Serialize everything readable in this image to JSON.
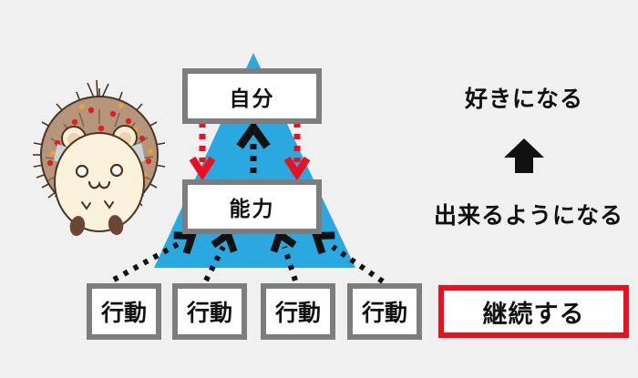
{
  "diagram": {
    "pyramid": {
      "top_box": "自分",
      "middle_box": "能力",
      "action_boxes": [
        "行動",
        "行動",
        "行動",
        "行動"
      ],
      "triangle_color": "#29a9e0",
      "box_border_color": "#7d7d7d"
    },
    "right": {
      "like_label": "好きになる",
      "able_label": "出来るようになる",
      "continue_label": "継続する",
      "continue_border_color": "#ee0f1e"
    },
    "colors": {
      "background": "#f0f0f0",
      "red_arrow": "#ee0f1e",
      "black_arrow": "#111111",
      "hedgehog_fur": "#b5967c",
      "hedgehog_face": "#faf2da"
    },
    "icons": {
      "up_arrow": "solid black up arrow",
      "red_dotted_down_arrow": "red dotted arrow pointing down",
      "black_dotted_up_arrow": "black dotted arrow pointing up",
      "hedgehog": "hedgehog mascot illustration"
    }
  }
}
